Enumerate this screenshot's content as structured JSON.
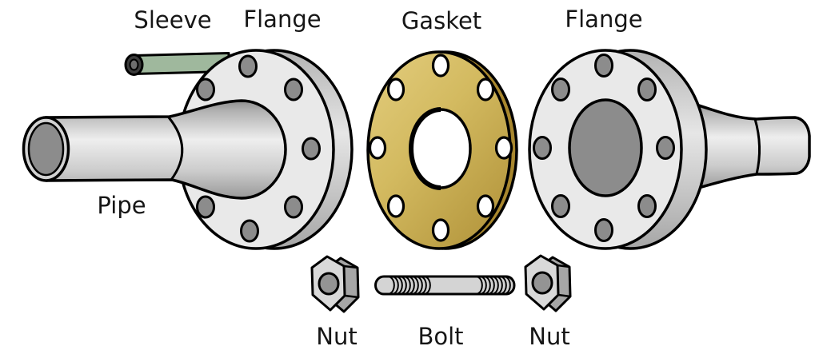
{
  "labels": {
    "sleeve": "Sleeve",
    "flange_left": "Flange",
    "gasket": "Gasket",
    "flange_right": "Flange",
    "pipe": "Pipe",
    "nut_left": "Nut",
    "bolt": "Bolt",
    "nut_right": "Nut"
  },
  "colors": {
    "background": "#ffffff",
    "outline": "#000000",
    "flange_face": "#e9e9e9",
    "metal_dark": "#8c8c8c",
    "pipe_ring": "#d2d2d2",
    "gasket_light": "#e3cd7e",
    "gasket_mid": "#d3ba60",
    "gasket_dark": "#b3953c",
    "gasket_edge": "#a8872e",
    "sleeve_green": "#9fb89d",
    "sleeve_bore": "#6e6e6e",
    "sleeve_end": "#3c3c3c",
    "hole_white": "#ffffff",
    "nut_face": "#d9d9d9",
    "nut_side": "#a6a6a6",
    "nut_hole": "#949494",
    "bolt_body": "#d4d4d4"
  }
}
